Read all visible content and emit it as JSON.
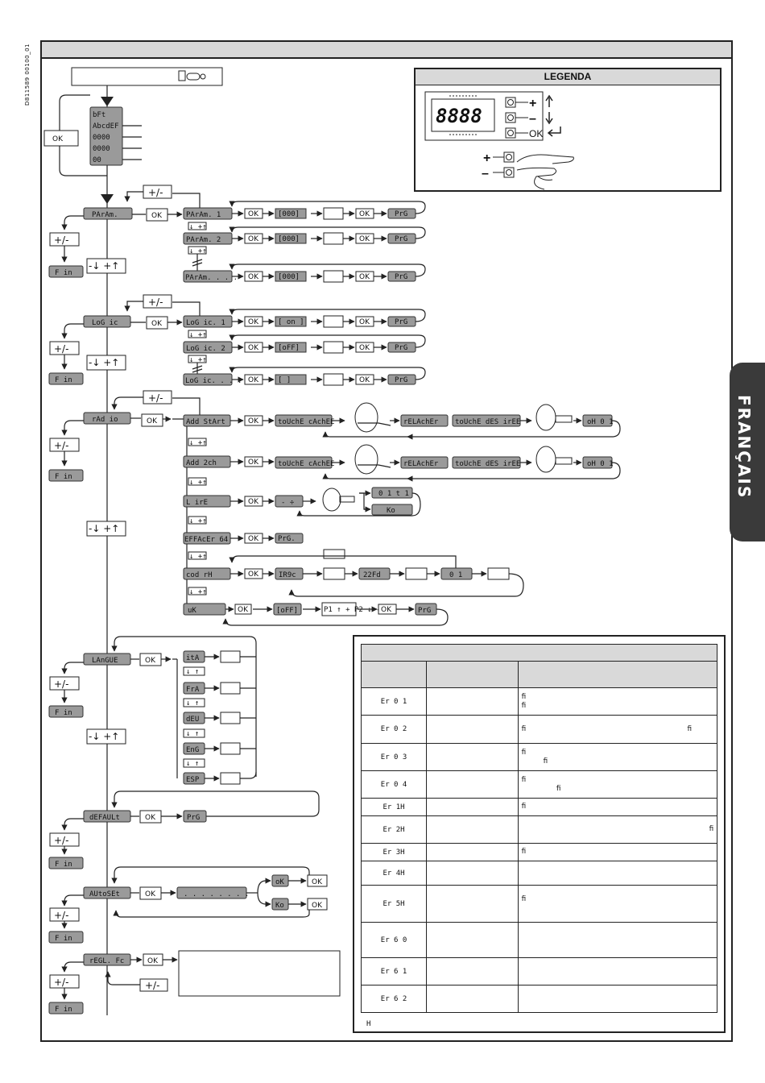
{
  "doc_code": "D811589 00100_01",
  "side_tab": "FRANÇAIS",
  "legend": {
    "title": "LEGENDA",
    "display": "8888",
    "plus": "+",
    "minus": "–",
    "ok": "OK"
  },
  "root": {
    "ok": "OK",
    "display_lines": [
      "bFt",
      "AbcdEF",
      "0000",
      "0000",
      "00"
    ]
  },
  "common": {
    "pm": "+/-",
    "fin": "F in",
    "ok": "OK",
    "nav": "-↓ +↑",
    "nav_small": "↓ +↑",
    "prg": "PrG",
    "v000": "[000]",
    "p1p2": "P1 ↑ P2 ↓"
  },
  "menus": {
    "param": {
      "label": "PArAm.",
      "items": [
        "PArAm. 1",
        "PArAm. 2",
        "PArAm. . . ."
      ]
    },
    "logic": {
      "label": "LoG ic",
      "items": [
        "LoG ic. 1",
        "LoG ic. 2",
        "LoG ic. . . ."
      ],
      "values": [
        "[ on ]",
        "[oFF]",
        "[    ]"
      ]
    },
    "radio": {
      "label": "rAd io",
      "items": [
        "Add StArt",
        "Add 2ch",
        "L irE",
        "EFFAcEr 64",
        "cod rH",
        "uK"
      ],
      "touche_cachee": "toUchE cAchEE",
      "relacher": "rELAchEr",
      "touche_desiree": "toUchE dES irEE",
      "oh01": "oH 0 1",
      "lire_val": "- ÷",
      "lire_r1": "0 1 t 1",
      "lire_r2": "Ko",
      "prg_dot": "PrG.",
      "cod_vals": [
        "IR9c",
        "22Fd",
        "0 1"
      ],
      "uk_val": "[oFF]",
      "uk_pm": "P1 ↑ +  P2 ↓ -"
    },
    "langue": {
      "label": "LAnGUE",
      "items": [
        "itA",
        "FrA",
        "dEU",
        "EnG",
        "ESP"
      ],
      "arrows": "↓ ↑"
    },
    "default": {
      "label": "dEFAULt",
      "prg": "PrG"
    },
    "autoset": {
      "label": "AUtoSEt",
      "dots": ". . . .     . . . .",
      "ok": "oK",
      "ko": "Ko",
      "ok_box": "OK"
    },
    "regl": {
      "label": "rEGL. Fc"
    }
  },
  "errors": {
    "rows": [
      {
        "code": "Er 0 1",
        "fi": [
          "ﬁ",
          "ﬁ"
        ]
      },
      {
        "code": "Er 0 2",
        "fi": [
          "ﬁ                                     ﬁ"
        ]
      },
      {
        "code": "Er 0 3",
        "fi": [
          "ﬁ",
          "     ﬁ"
        ]
      },
      {
        "code": "Er 0 4",
        "fi": [
          "ﬁ",
          "        ﬁ"
        ]
      },
      {
        "code": "Er 1H",
        "fi": [
          "ﬁ"
        ]
      },
      {
        "code": "Er 2H",
        "fi": [
          "                                           ﬁ"
        ]
      },
      {
        "code": "Er 3H",
        "fi": [
          "ﬁ"
        ]
      },
      {
        "code": "Er 4H",
        "fi": []
      },
      {
        "code": "Er 5H",
        "fi": [
          "ﬁ",
          ""
        ]
      },
      {
        "code": "Er 6 0",
        "fi": []
      },
      {
        "code": "Er 6 1",
        "fi": []
      },
      {
        "code": "Er 6 2",
        "fi": []
      }
    ],
    "footnote": "H"
  }
}
